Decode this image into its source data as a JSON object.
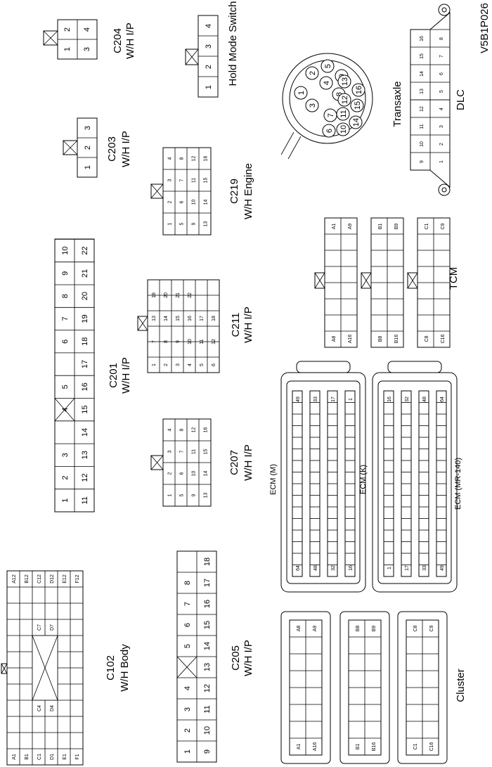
{
  "figure_code": "V5B1P026",
  "connectors": {
    "c204": {
      "name": "C204",
      "desc": "W/H I/P",
      "pins": [
        "1",
        "2",
        "3",
        "4"
      ]
    },
    "hold": {
      "name": "Hold Mode Switch",
      "pins": [
        "1",
        "2",
        "3",
        "4"
      ]
    },
    "c203": {
      "name": "C203",
      "desc": "W/H I/P",
      "pins": [
        "1",
        "2",
        "3"
      ]
    },
    "c219": {
      "name": "C219",
      "desc": "W/H Engine"
    },
    "transaxle": {
      "name": "Transaxle",
      "pins": [
        "1",
        "2",
        "3",
        "4",
        "5",
        "6",
        "7",
        "8",
        "9",
        "10",
        "11",
        "12",
        "13",
        "14",
        "15",
        "16"
      ]
    },
    "dlc": {
      "name": "DLC",
      "pins": [
        "1",
        "2",
        "3",
        "4",
        "5",
        "6",
        "7",
        "8",
        "9",
        "10",
        "11",
        "12",
        "13",
        "14",
        "15",
        "16"
      ]
    },
    "c201": {
      "name": "C201",
      "desc": "W/H I/P",
      "top": [
        "1",
        "2",
        "3",
        "",
        "4",
        "5",
        "",
        "6",
        "7",
        "8",
        "9",
        "10"
      ],
      "bottom": [
        "11",
        "12",
        "13",
        "14",
        "15",
        "16",
        "17",
        "18",
        "19",
        "20",
        "21",
        "22"
      ]
    },
    "c211": {
      "name": "C211",
      "desc": "W/H I/P"
    },
    "tcm": {
      "name": "TCM",
      "rows": [
        [
          "A1",
          "A9",
          "A8",
          "A16"
        ],
        [
          "B1",
          "B9",
          "B8",
          "B16"
        ],
        [
          "C1",
          "C9",
          "C8",
          "C16"
        ]
      ]
    },
    "c207": {
      "name": "C207",
      "desc": "W/H I/P"
    },
    "ecm": {
      "name": "ECM (MR-140)",
      "m_label": "ECM (M)",
      "k_label": "ECM (K)",
      "m_pins": [
        "49",
        "33",
        "17",
        "1",
        "64",
        "48",
        "32",
        "16"
      ],
      "k_pins": [
        "16",
        "32",
        "48",
        "64",
        "1",
        "17",
        "33",
        "49"
      ]
    },
    "c102": {
      "name": "C102",
      "desc": "W/H Body",
      "rows_left": [
        "A1",
        "B1",
        "C1",
        "D1",
        "E1",
        "F1"
      ],
      "rows_right": [
        "A12",
        "B12",
        "C12",
        "D12",
        "E12",
        "F12"
      ],
      "mid": [
        "C4",
        "D4",
        "C7",
        "D7"
      ]
    },
    "c205": {
      "name": "C205",
      "desc": "W/H I/P",
      "top": [
        "1",
        "2",
        "3",
        "4",
        "",
        "5",
        "6",
        "7",
        "8"
      ],
      "bottom": [
        "9",
        "10",
        "11",
        "12",
        "13",
        "14",
        "15",
        "16",
        "17",
        "18"
      ]
    },
    "cluster": {
      "name": "Cluster",
      "rows": [
        [
          "A1",
          "A16",
          "A8",
          "A9"
        ],
        [
          "B1",
          "B16",
          "B8",
          "B9"
        ],
        [
          "C1",
          "C16",
          "C8",
          "C9"
        ]
      ]
    }
  },
  "c219_pins": [
    "1",
    "2",
    "3",
    "4",
    "5",
    "6",
    "7",
    "8",
    "9",
    "10",
    "11",
    "12",
    "13",
    "14",
    "15",
    "16"
  ],
  "c211_pins": [
    "1",
    "2",
    "3",
    "4",
    "5",
    "6",
    "7",
    "8",
    "9",
    "10",
    "11",
    "12",
    "13",
    "14",
    "15",
    "16",
    "17",
    "18",
    "19",
    "20",
    "21",
    "22"
  ],
  "c207_pins": [
    "1",
    "2",
    "3",
    "4",
    "5",
    "6",
    "7",
    "8",
    "9",
    "10",
    "11",
    "12",
    "13",
    "14",
    "15",
    "16"
  ]
}
